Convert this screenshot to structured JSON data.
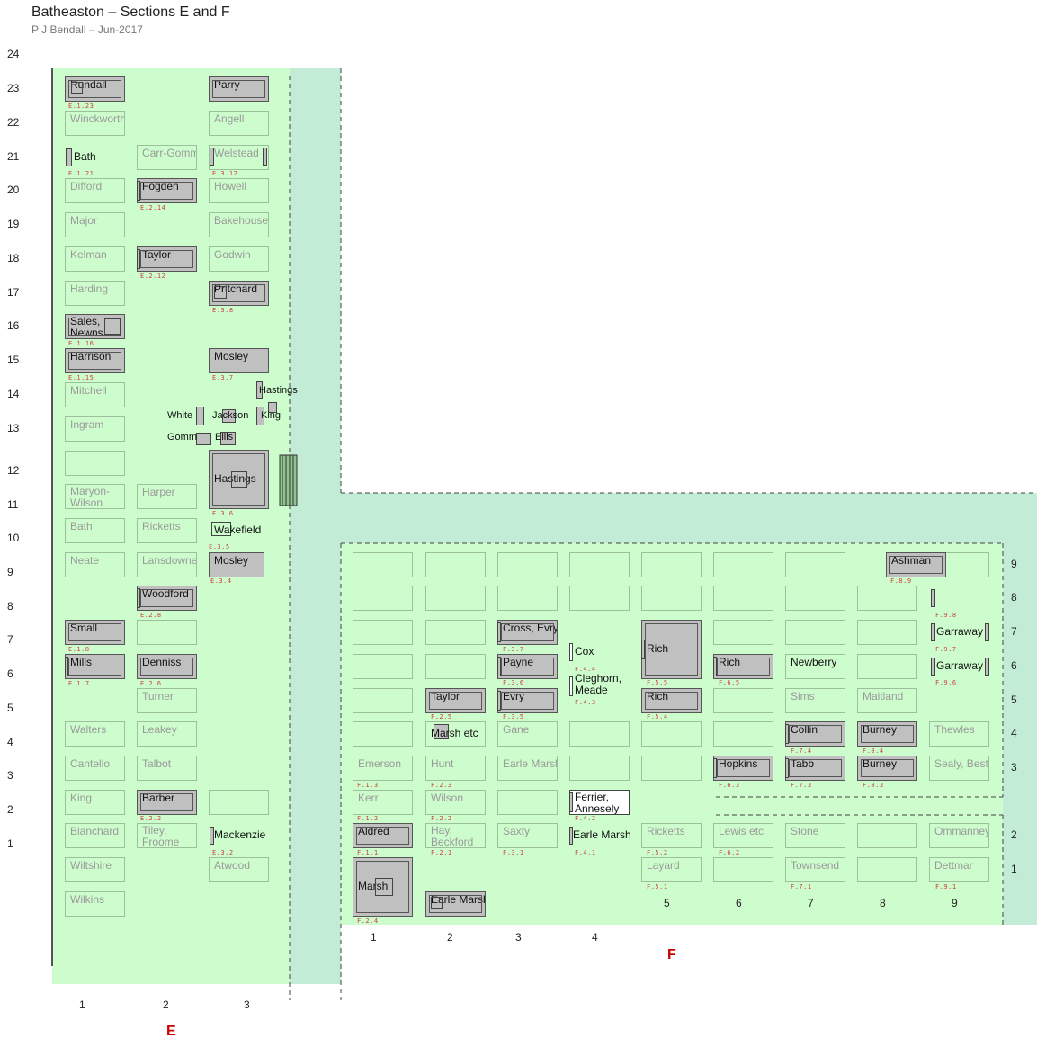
{
  "title": "Batheaston – Sections E and F",
  "subtitle": "P J Bendall – Jun-2017",
  "colors": {
    "grass": "#cdfccd",
    "path": "#c2ecd6",
    "grave": "#c0c0c0",
    "ref": "#d04040",
    "section": "#cc0000"
  },
  "row_labels_e": [
    "24",
    "23",
    "22",
    "21",
    "20",
    "19",
    "18",
    "17",
    "16",
    "15",
    "14",
    "13",
    "12",
    "11",
    "10",
    "9",
    "8",
    "7",
    "6",
    "5",
    "4",
    "3",
    "2",
    "1"
  ],
  "col_labels_e": [
    "1",
    "2",
    "3"
  ],
  "col_labels_f": [
    "1",
    "2",
    "3",
    "4",
    "5",
    "6",
    "7",
    "8",
    "9"
  ],
  "row_labels_f": [
    "9",
    "8",
    "7",
    "6",
    "5",
    "4",
    "3",
    "2",
    "1"
  ],
  "section_e": "E",
  "section_f": "F",
  "plots": [
    {
      "id": "rundall",
      "text": "Rundall"
    },
    {
      "id": "winckworth",
      "text": "Winckworth"
    },
    {
      "id": "bath-e1",
      "text": "Bath"
    },
    {
      "id": "difford",
      "text": "Difford"
    },
    {
      "id": "major",
      "text": "Major"
    },
    {
      "id": "kelman",
      "text": "Kelman"
    },
    {
      "id": "harding",
      "text": "Harding"
    },
    {
      "id": "sales-newns",
      "text": "Sales, Newns"
    },
    {
      "id": "harrison",
      "text": "Harrison"
    },
    {
      "id": "mitchell",
      "text": "Mitchell"
    },
    {
      "id": "ingram",
      "text": "Ingram"
    },
    {
      "id": "blank-e1-12",
      "text": ""
    },
    {
      "id": "maryon-wilson",
      "text": "Maryon-Wilson"
    },
    {
      "id": "bath-e1-11",
      "text": "Bath"
    },
    {
      "id": "neate",
      "text": "Neate"
    },
    {
      "id": "small",
      "text": "Small"
    },
    {
      "id": "mills",
      "text": "Mills"
    },
    {
      "id": "walters",
      "text": "Walters"
    },
    {
      "id": "cantello",
      "text": "Cantello"
    },
    {
      "id": "king-e1",
      "text": "King"
    },
    {
      "id": "blanchard",
      "text": "Blanchard"
    },
    {
      "id": "wiltshire",
      "text": "Wiltshire"
    },
    {
      "id": "wilkins",
      "text": "Wilkins"
    },
    {
      "id": "carr-gomm",
      "text": "Carr-Gomm"
    },
    {
      "id": "fogden",
      "text": "Fogden"
    },
    {
      "id": "taylor-e2",
      "text": "Taylor"
    },
    {
      "id": "harper",
      "text": "Harper"
    },
    {
      "id": "ricketts-e2",
      "text": "Ricketts"
    },
    {
      "id": "lansdowne",
      "text": "Lansdowne"
    },
    {
      "id": "woodford",
      "text": "Woodford"
    },
    {
      "id": "blank-e2-7",
      "text": ""
    },
    {
      "id": "denniss",
      "text": "Denniss"
    },
    {
      "id": "turner",
      "text": "Turner"
    },
    {
      "id": "leakey",
      "text": "Leakey"
    },
    {
      "id": "talbot",
      "text": "Talbot"
    },
    {
      "id": "barber",
      "text": "Barber"
    },
    {
      "id": "tiley-froome",
      "text": "Tiley, Froome"
    },
    {
      "id": "parry",
      "text": "Parry"
    },
    {
      "id": "angell",
      "text": "Angell"
    },
    {
      "id": "welstead",
      "text": "Welstead"
    },
    {
      "id": "howell",
      "text": "Howell"
    },
    {
      "id": "bakehouse",
      "text": "Bakehouse"
    },
    {
      "id": "godwin",
      "text": "Godwin"
    },
    {
      "id": "pritchard",
      "text": "Pritchard"
    },
    {
      "id": "mosley-15",
      "text": "Mosley"
    },
    {
      "id": "hastings-big",
      "text": "Hastings"
    },
    {
      "id": "mosley-9",
      "text": "Mosley"
    },
    {
      "id": "blank-e3-2",
      "text": ""
    },
    {
      "id": "atwood",
      "text": "Atwood"
    },
    {
      "id": "ashman",
      "text": "Ashman"
    },
    {
      "id": "cross-evry",
      "text": "Cross, Evry"
    },
    {
      "id": "payne",
      "text": "Payne"
    },
    {
      "id": "rich-big",
      "text": "Rich"
    },
    {
      "id": "rich-6",
      "text": "Rich"
    },
    {
      "id": "newberry",
      "text": "Newberry"
    },
    {
      "id": "taylor-f2",
      "text": "Taylor"
    },
    {
      "id": "evry",
      "text": "Evry"
    },
    {
      "id": "rich-5",
      "text": "Rich"
    },
    {
      "id": "sims",
      "text": "Sims"
    },
    {
      "id": "maitland",
      "text": "Maitland"
    },
    {
      "id": "gane",
      "text": "Gane"
    },
    {
      "id": "collin",
      "text": "Collin"
    },
    {
      "id": "burney-4",
      "text": "Burney"
    },
    {
      "id": "thewles",
      "text": "Thewles"
    },
    {
      "id": "emerson",
      "text": "Emerson"
    },
    {
      "id": "hunt",
      "text": "Hunt"
    },
    {
      "id": "earle-marsh-3",
      "text": "Earle Marsh"
    },
    {
      "id": "hopkins",
      "text": "Hopkins"
    },
    {
      "id": "tabb",
      "text": "Tabb"
    },
    {
      "id": "burney-3",
      "text": "Burney"
    },
    {
      "id": "sealy-best",
      "text": "Sealy, Best"
    },
    {
      "id": "kerr",
      "text": "Kerr"
    },
    {
      "id": "wilson",
      "text": "Wilson"
    },
    {
      "id": "ferrier-annesely",
      "text": "Ferrier, Annesely"
    },
    {
      "id": "aldred",
      "text": "Aldred"
    },
    {
      "id": "hay-beckford",
      "text": "Hay, Beckford"
    },
    {
      "id": "saxty",
      "text": "Saxty"
    },
    {
      "id": "ricketts-f",
      "text": "Ricketts"
    },
    {
      "id": "lewis-etc",
      "text": "Lewis etc"
    },
    {
      "id": "stone",
      "text": "Stone"
    },
    {
      "id": "ommanney",
      "text": "Ommanney"
    },
    {
      "id": "layard",
      "text": "Layard"
    },
    {
      "id": "townsend",
      "text": "Townsend"
    },
    {
      "id": "dettmar",
      "text": "Dettmar"
    },
    {
      "id": "marsh-big",
      "text": "Marsh"
    },
    {
      "id": "earle-marsh-f2",
      "text": "Earle Marsh"
    }
  ],
  "free_labels": [
    {
      "id": "white",
      "text": "White"
    },
    {
      "id": "jackson",
      "text": "Jackson"
    },
    {
      "id": "hastings-small",
      "text": "Hastings"
    },
    {
      "id": "king-small",
      "text": "King"
    },
    {
      "id": "gomm",
      "text": "Gomm"
    },
    {
      "id": "ellis",
      "text": "Ellis"
    },
    {
      "id": "wakefield",
      "text": "Wakefield"
    },
    {
      "id": "mackenzie",
      "text": "Mackenzie"
    },
    {
      "id": "cox",
      "text": "Cox"
    },
    {
      "id": "cleghorn-meade",
      "text": "Cleghorn, Meade"
    },
    {
      "id": "marsh-etc",
      "text": "Marsh etc"
    },
    {
      "id": "garraway-7",
      "text": "Garraway"
    },
    {
      "id": "garraway-6",
      "text": "Garraway"
    },
    {
      "id": "earle-marsh-f4",
      "text": "Earle Marsh"
    }
  ],
  "refs": [
    "E.1.23",
    "E.1.21",
    "E.1.16",
    "E.1.15",
    "E.1.8",
    "E.1.7",
    "E.2.14",
    "E.2.12",
    "E.2.8",
    "E.2.6",
    "E.2.2",
    "E.3.12",
    "E.3.8",
    "E.3.7",
    "E.3.6",
    "E.3.5",
    "E.3.4",
    "E.3.2",
    "F.8.9",
    "F.9.8",
    "F.3.7",
    "F.9.7",
    "F.4.4",
    "F.3.6",
    "F.5.5",
    "F.6.5",
    "F.9.6",
    "F.4.3",
    "F.2.5",
    "F.3.5",
    "F.5.4",
    "F.7.4",
    "F.8.4",
    "F.1.3",
    "F.2.3",
    "F.6.3",
    "F.7.3",
    "F.8.3",
    "F.1.2",
    "F.2.2",
    "F.4.2",
    "F.1.1",
    "F.2.1",
    "F.3.1",
    "F.4.1",
    "F.5.2",
    "F.6.2",
    "F.5.1",
    "F.7.1",
    "F.9.1",
    "F.2.4"
  ]
}
